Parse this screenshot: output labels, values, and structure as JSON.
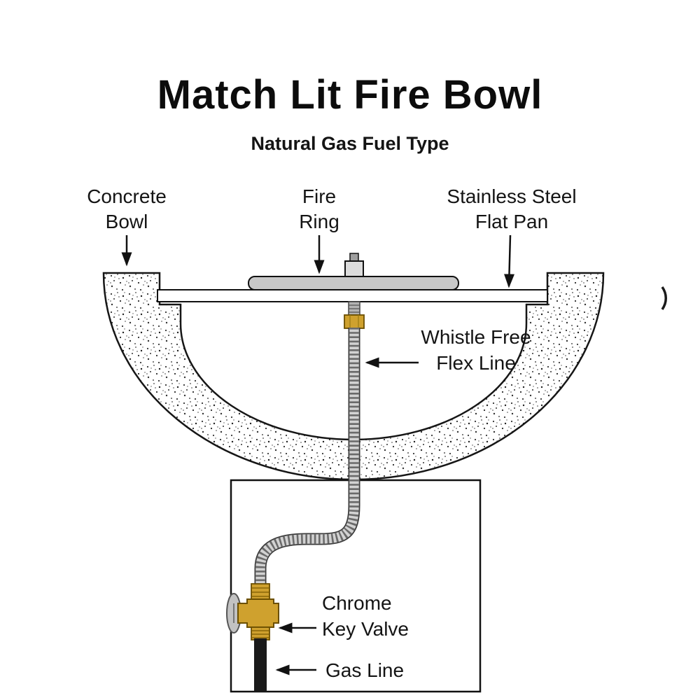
{
  "title": "Match Lit Fire Bowl",
  "subtitle": "Natural Gas Fuel Type",
  "callouts": {
    "concrete_bowl": {
      "line1": "Concrete",
      "line2": "Bowl"
    },
    "fire_ring": {
      "line1": "Fire",
      "line2": "Ring"
    },
    "flat_pan": {
      "line1": "Stainless Steel",
      "line2": "Flat Pan"
    },
    "flex_line": {
      "line1": "Whistle Free",
      "line2": "Flex Line"
    },
    "key_valve": {
      "line1": "Chrome",
      "line2": "Key Valve"
    },
    "gas_line": {
      "label": "Gas Line"
    }
  },
  "colors": {
    "ink": "#111111",
    "brass": "#cfa12e",
    "brass_dark": "#7a5a00",
    "steel_gray": "#c8c8c8",
    "chrome": "#c2c2c2",
    "hose_gray": "#d2d2d2",
    "gas_pipe": "#1a1a1a"
  }
}
